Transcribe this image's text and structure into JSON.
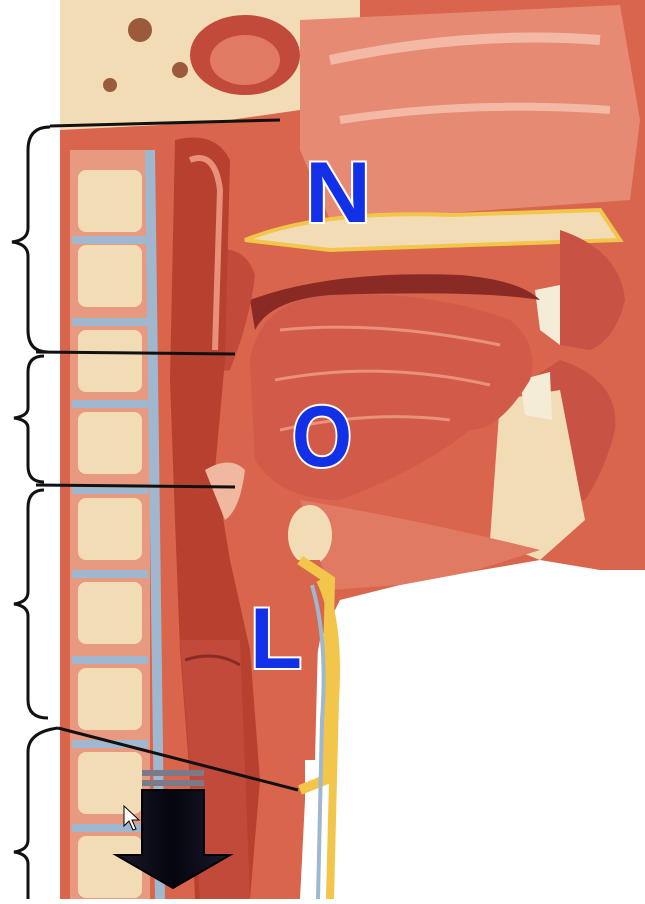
{
  "figure": {
    "labels": [
      {
        "id": "nasopharynx",
        "text": "N"
      },
      {
        "id": "oropharynx",
        "text": "O"
      },
      {
        "id": "laryngopharynx",
        "text": "L"
      }
    ]
  },
  "colors": {
    "label_fill": "#1230e8",
    "label_outline": "#ffffff",
    "tissue_base": "#d9654c",
    "tissue_light": "#f0b8a0",
    "tissue_dark": "#a8362b",
    "bone": "#f2dcb6",
    "fat_yellow": "#f1c64a",
    "blue_membrane": "#9fb8cf",
    "bracket": "#111111",
    "arrow": "#0d0d1e"
  }
}
